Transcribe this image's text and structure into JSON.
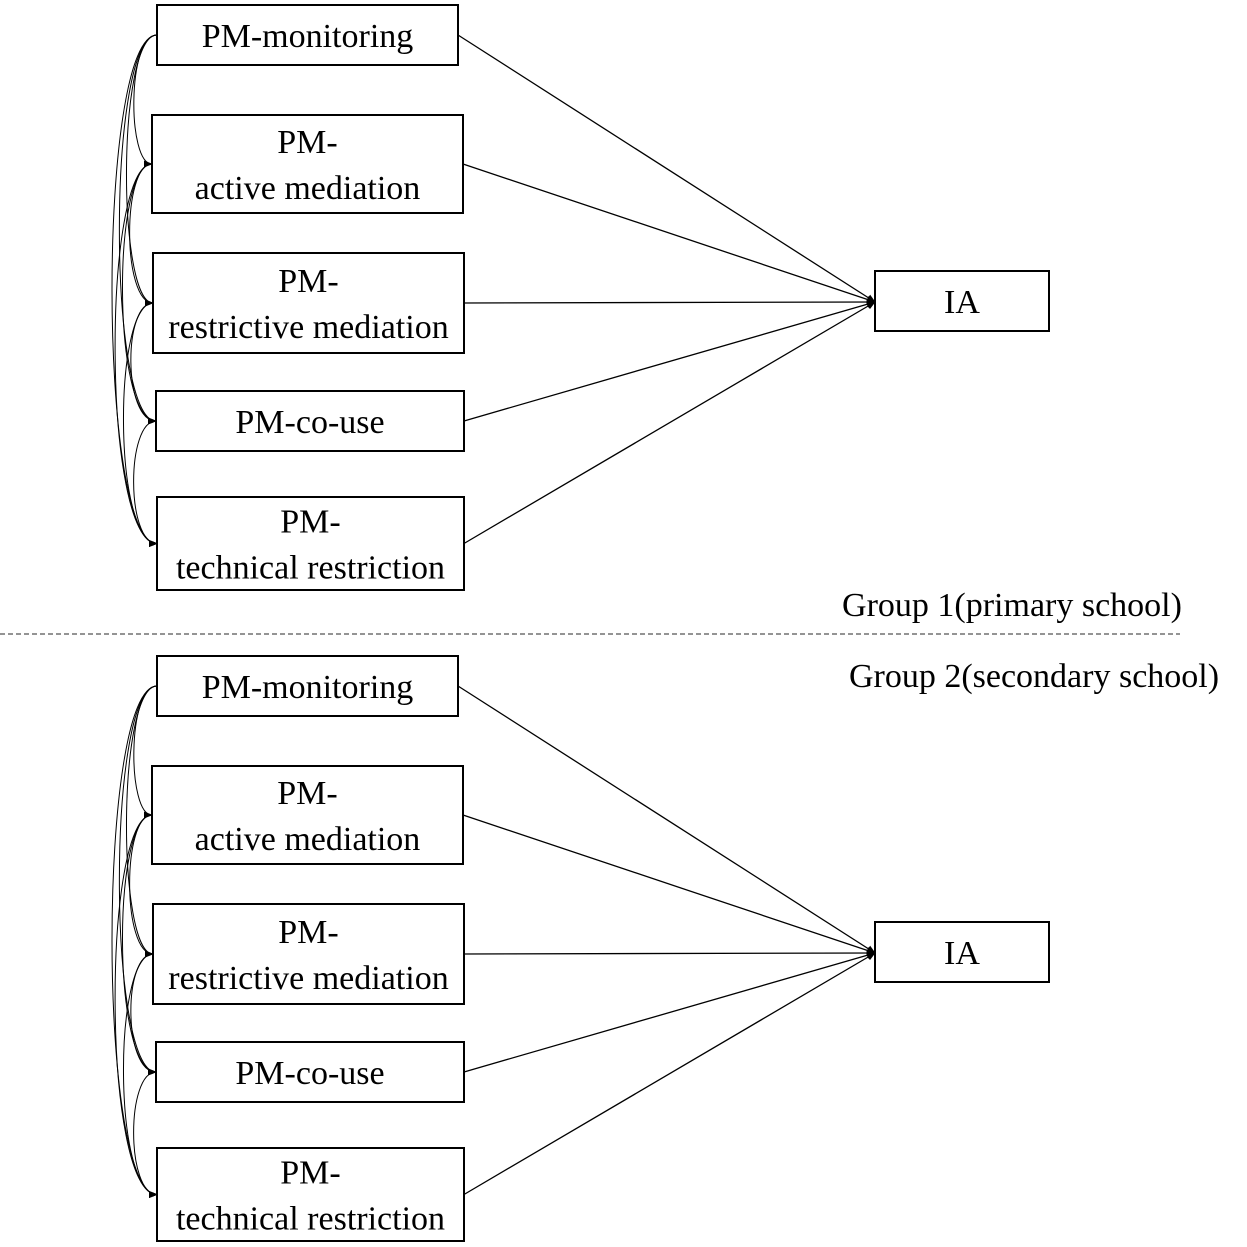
{
  "diagram": {
    "colors": {
      "stroke": "#000000",
      "background": "#ffffff",
      "divider": "#555555"
    },
    "groups": [
      {
        "label": "Group 1(primary school)",
        "predictors": [
          {
            "lines": [
              "PM-monitoring"
            ]
          },
          {
            "lines": [
              "PM-",
              "active mediation"
            ]
          },
          {
            "lines": [
              "PM-",
              "restrictive mediation"
            ]
          },
          {
            "lines": [
              "PM-co-use"
            ]
          },
          {
            "lines": [
              "PM-",
              "technical restriction"
            ]
          }
        ],
        "outcome": {
          "lines": [
            "IA"
          ]
        }
      },
      {
        "label": "Group 2(secondary school)",
        "predictors": [
          {
            "lines": [
              "PM-monitoring"
            ]
          },
          {
            "lines": [
              "PM-",
              "active mediation"
            ]
          },
          {
            "lines": [
              "PM-",
              "restrictive mediation"
            ]
          },
          {
            "lines": [
              "PM-co-use"
            ]
          },
          {
            "lines": [
              "PM-",
              "technical restriction"
            ]
          }
        ],
        "outcome": {
          "lines": [
            "IA"
          ]
        }
      }
    ]
  }
}
